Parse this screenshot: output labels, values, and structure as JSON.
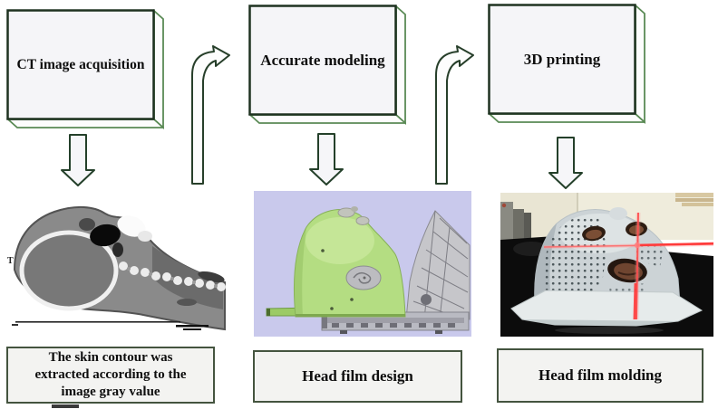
{
  "figure": {
    "steps": [
      {
        "box_label": "CT image acquisition",
        "caption": "The skin contour was extracted according to the image gray value",
        "image_name": "sagittal-ct-scan",
        "scan_marker": "T"
      },
      {
        "box_label": "Accurate modeling",
        "caption": "Head film design",
        "image_name": "head-film-3d-model"
      },
      {
        "box_label": "3D printing",
        "caption": "Head film molding",
        "image_name": "head-film-molding-photo"
      }
    ],
    "arrows": {
      "down_arrow_icon": "hollow-down-arrow",
      "curve_arrow_icon": "curved-up-right-arrow"
    },
    "colors": {
      "box_border": "#1e3220",
      "box_side_border": "#5a8a55",
      "box_fill": "#f5f5f8",
      "caption_border": "#44543f",
      "caption_fill": "#f3f3f1",
      "arrow_outline": "#273f2a",
      "model_background": "#c9c9ec",
      "mask_green": "#b4dd82",
      "laser_red": "#ff4444",
      "photo_wall": "#e9e5d3",
      "photo_table": "#0c0c0c",
      "mask_white": "#ccd3d6"
    }
  }
}
